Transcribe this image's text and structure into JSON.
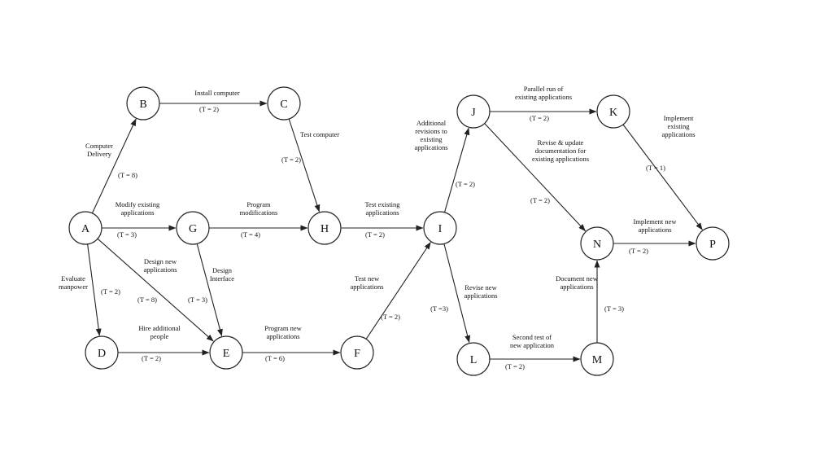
{
  "nodes": [
    {
      "id": "A",
      "label": "A"
    },
    {
      "id": "B",
      "label": "B"
    },
    {
      "id": "C",
      "label": "C"
    },
    {
      "id": "D",
      "label": "D"
    },
    {
      "id": "E",
      "label": "E"
    },
    {
      "id": "F",
      "label": "F"
    },
    {
      "id": "G",
      "label": "G"
    },
    {
      "id": "H",
      "label": "H"
    },
    {
      "id": "I",
      "label": "I"
    },
    {
      "id": "J",
      "label": "J"
    },
    {
      "id": "K",
      "label": "K"
    },
    {
      "id": "L",
      "label": "L"
    },
    {
      "id": "M",
      "label": "M"
    },
    {
      "id": "N",
      "label": "N"
    },
    {
      "id": "P",
      "label": "P"
    }
  ],
  "edges": [
    {
      "from": "A",
      "to": "B",
      "activity": [
        "Computer",
        "Delivery"
      ],
      "time": "(T = 8)"
    },
    {
      "from": "B",
      "to": "C",
      "activity": [
        "Install computer"
      ],
      "time": "(T = 2)"
    },
    {
      "from": "C",
      "to": "H",
      "activity": [
        "Test computer"
      ],
      "time": "(T = 2)"
    },
    {
      "from": "A",
      "to": "G",
      "activity": [
        "Modify existing",
        "applications"
      ],
      "time": "(T = 3)"
    },
    {
      "from": "G",
      "to": "H",
      "activity": [
        "Program",
        "modifications"
      ],
      "time": "(T = 4)"
    },
    {
      "from": "H",
      "to": "I",
      "activity": [
        "Test existing",
        "applications"
      ],
      "time": "(T = 2)"
    },
    {
      "from": "A",
      "to": "D",
      "activity": [
        "Evaluate",
        "manpower"
      ],
      "time": "(T = 2)"
    },
    {
      "from": "A",
      "to": "E",
      "activity": [
        "Design new",
        "applications"
      ],
      "time": "(T = 8)"
    },
    {
      "from": "G",
      "to": "E",
      "activity": [
        "Design",
        "Interface"
      ],
      "time": "(T = 3)"
    },
    {
      "from": "D",
      "to": "E",
      "activity": [
        "Hire additional",
        "people"
      ],
      "time": "(T = 2)"
    },
    {
      "from": "E",
      "to": "F",
      "activity": [
        "Program new",
        "applications"
      ],
      "time": "(T = 6)"
    },
    {
      "from": "F",
      "to": "I",
      "activity": [
        "Test new",
        "applications"
      ],
      "time": "(T = 2)"
    },
    {
      "from": "I",
      "to": "J",
      "activity": [
        "Additional",
        "revisions to",
        "existing",
        "applications"
      ],
      "time": "(T = 2)"
    },
    {
      "from": "J",
      "to": "K",
      "activity": [
        "Parallel run of",
        "existing applications"
      ],
      "time": "(T = 2)"
    },
    {
      "from": "K",
      "to": "P",
      "activity": [
        "Implement",
        "existing",
        "applications"
      ],
      "time": "(T = 1)"
    },
    {
      "from": "J",
      "to": "N",
      "activity": [
        "Revise & update",
        "documentation for",
        "existing applications"
      ],
      "time": "(T = 2)"
    },
    {
      "from": "N",
      "to": "P",
      "activity": [
        "Implement new",
        "applications"
      ],
      "time": "(T = 2)"
    },
    {
      "from": "I",
      "to": "L",
      "activity": [
        "Revise new",
        "applications"
      ],
      "time": "(T =3)"
    },
    {
      "from": "L",
      "to": "M",
      "activity": [
        "Second test of",
        "new application"
      ],
      "time": "(T = 2)"
    },
    {
      "from": "M",
      "to": "N",
      "activity": [
        "Document new",
        "applications"
      ],
      "time": "(T = 3)"
    }
  ]
}
